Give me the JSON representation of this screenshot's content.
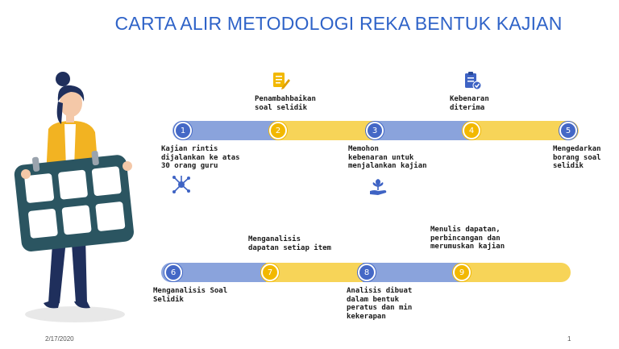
{
  "slide": {
    "title": "CARTA ALIR METODOLOGI  REKA BENTUK KAJIAN",
    "date": "2/17/2020",
    "page_number": "1"
  },
  "colors": {
    "blue": "#8aa3dc",
    "gold": "#f7d458",
    "title": "#2f63c8"
  },
  "row1": {
    "steps": [
      "1",
      "2",
      "3",
      "4",
      "5"
    ],
    "labels": {
      "s1": "Kajian rintis\ndijalankan ke atas\n30 orang guru",
      "s2": "Penambahbaikan\nsoal selidik",
      "s3": "Memohon\nkebenaran untuk\nmenjalankan kajian",
      "s4": "Kebenaran\nditerima",
      "s5": "Mengedarkan\nborang soal\nselidik"
    },
    "icons": [
      "network-icon",
      "document-pencil-icon",
      "hand-plant-icon",
      "clipboard-check-icon"
    ]
  },
  "row2": {
    "steps": [
      "6",
      "7",
      "8",
      "9"
    ],
    "labels": {
      "s6": "Menganalisis Soal\nSelidik",
      "s7": "Menganalisis\ndapatan setiap item",
      "s8": "Analisis dibuat\ndalam bentuk\nperatus dan min\nkekerapan",
      "s9": "Menulis dapatan,\nperbincangan dan\nmerumuskan kajian"
    }
  }
}
